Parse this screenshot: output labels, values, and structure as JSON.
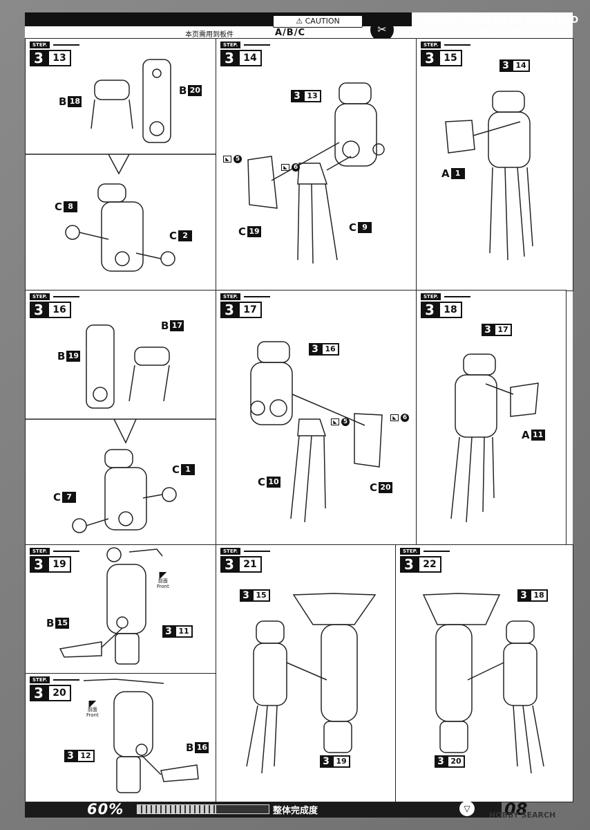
{
  "header": {
    "caution": "⚠ CAUTION",
    "parts_note": "本页需用到板件",
    "parts_list": "A/B/C",
    "series_title": "SUPER-MANEUVER ARMORED WALKER",
    "tool_icon": "nipper-icon"
  },
  "step_label": "STEP.",
  "steps": [
    {
      "group": "3",
      "num": "13",
      "callouts": [
        {
          "part": "B",
          "num": "18"
        },
        {
          "part": "B",
          "num": "20"
        },
        {
          "part": "C",
          "num": "8"
        },
        {
          "part": "C",
          "num": "2"
        }
      ]
    },
    {
      "group": "3",
      "num": "14",
      "refs": [
        {
          "group": "3",
          "num": "13"
        }
      ],
      "cutmarks": [
        "5",
        "6"
      ],
      "callouts": [
        {
          "part": "C",
          "num": "19"
        },
        {
          "part": "C",
          "num": "9"
        }
      ]
    },
    {
      "group": "3",
      "num": "15",
      "refs": [
        {
          "group": "3",
          "num": "14"
        }
      ],
      "callouts": [
        {
          "part": "A",
          "num": "1"
        }
      ]
    },
    {
      "group": "3",
      "num": "16",
      "callouts": [
        {
          "part": "B",
          "num": "17"
        },
        {
          "part": "B",
          "num": "19"
        },
        {
          "part": "C",
          "num": "1"
        },
        {
          "part": "C",
          "num": "7"
        }
      ]
    },
    {
      "group": "3",
      "num": "17",
      "refs": [
        {
          "group": "3",
          "num": "16"
        }
      ],
      "cutmarks": [
        "5",
        "6"
      ],
      "callouts": [
        {
          "part": "C",
          "num": "10"
        },
        {
          "part": "C",
          "num": "20"
        }
      ]
    },
    {
      "group": "3",
      "num": "18",
      "refs": [
        {
          "group": "3",
          "num": "17"
        }
      ],
      "callouts": [
        {
          "part": "A",
          "num": "11"
        }
      ]
    },
    {
      "group": "3",
      "num": "19",
      "refs": [
        {
          "group": "3",
          "num": "11"
        }
      ],
      "callouts": [
        {
          "part": "B",
          "num": "15"
        }
      ],
      "front_label": "前面",
      "front_en": "Front"
    },
    {
      "group": "3",
      "num": "20",
      "refs": [
        {
          "group": "3",
          "num": "12"
        }
      ],
      "callouts": [
        {
          "part": "B",
          "num": "16"
        }
      ],
      "front_label": "前面",
      "front_en": "Front"
    },
    {
      "group": "3",
      "num": "21",
      "refs": [
        {
          "group": "3",
          "num": "15"
        },
        {
          "group": "3",
          "num": "19"
        }
      ]
    },
    {
      "group": "3",
      "num": "22",
      "refs": [
        {
          "group": "3",
          "num": "18"
        },
        {
          "group": "3",
          "num": "20"
        }
      ]
    }
  ],
  "footer": {
    "percent": "60%",
    "progress": 0.6,
    "completion_label": "整体完成度",
    "page_number": "08",
    "watermark": "HOBBY SEARCH",
    "brand_icon": "shield-logo-icon"
  }
}
